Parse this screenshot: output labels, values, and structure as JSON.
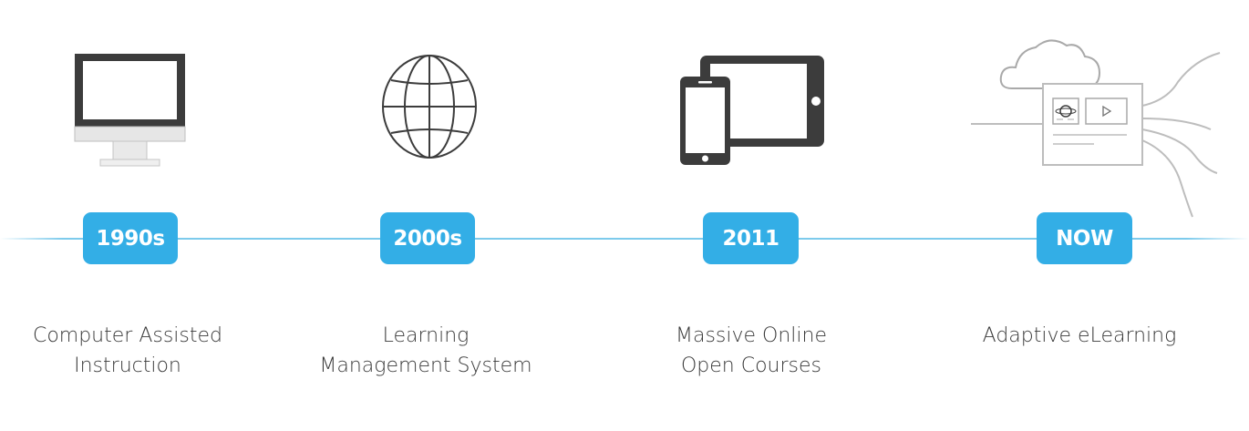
{
  "colors": {
    "accent": "#33aee6",
    "line": "#6fc5ea",
    "icon_dark": "#3c3c3c",
    "icon_light": "#bdbdbd",
    "text": "#3a3a3a"
  },
  "eras": [
    {
      "year": "1990s",
      "caption_lines": [
        "Computer Assisted",
        "Instruction"
      ],
      "icon": "desktop-monitor-icon"
    },
    {
      "year": "2000s",
      "caption_lines": [
        "Learning",
        "Management System"
      ],
      "icon": "globe-icon"
    },
    {
      "year": "2011",
      "caption_lines": [
        "Massive Online",
        "Open Courses"
      ],
      "icon": "tablet-phone-icon"
    },
    {
      "year": "NOW",
      "caption_lines": [
        "Adaptive eLearning"
      ],
      "icon": "cloud-content-icon"
    }
  ]
}
